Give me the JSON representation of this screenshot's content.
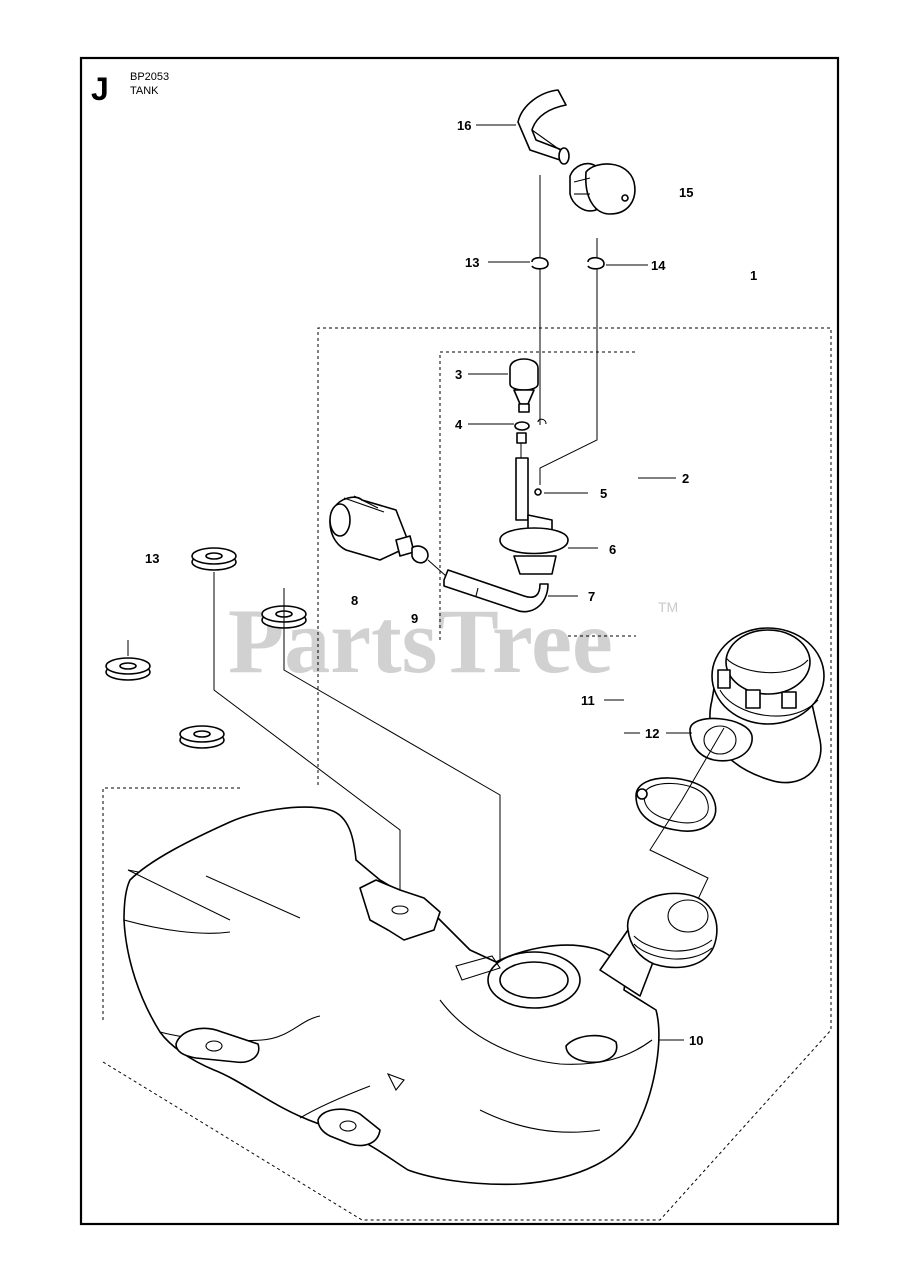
{
  "header": {
    "section_letter": "J",
    "model": "BP2053",
    "title": "TANK"
  },
  "watermark": {
    "text": "PartsTree",
    "trademark": "TM"
  },
  "callouts": [
    "1",
    "2",
    "3",
    "4",
    "5",
    "6",
    "7",
    "8",
    "9",
    "10",
    "11",
    "12",
    "13",
    "13",
    "14",
    "15",
    "16"
  ],
  "colors": {
    "ink": "#000000",
    "watermark": "#c9c9c9",
    "background": "#ffffff"
  }
}
